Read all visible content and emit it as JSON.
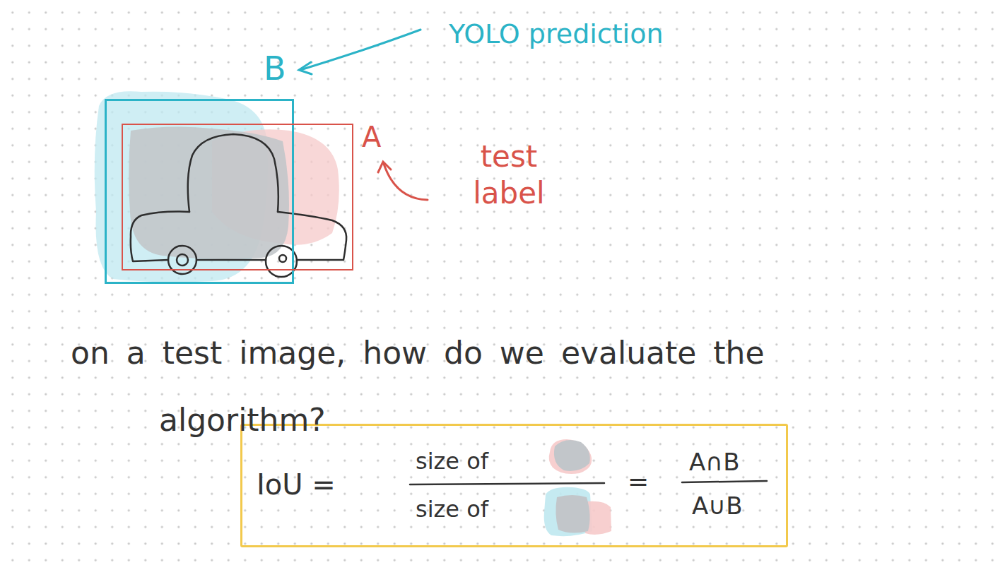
{
  "diagram": {
    "nodes": [
      {
        "text": [
          "B"
        ]
      },
      {
        "text": [
          "A"
        ]
      },
      {
        "text": [
          "IoU =",
          "size of",
          "size of",
          "=",
          "A∩B",
          "A∪B"
        ]
      }
    ],
    "labels": [
      "YOLO prediction",
      "test label",
      "on a test image, how do we evaluate the algorithm?"
    ]
  }
}
